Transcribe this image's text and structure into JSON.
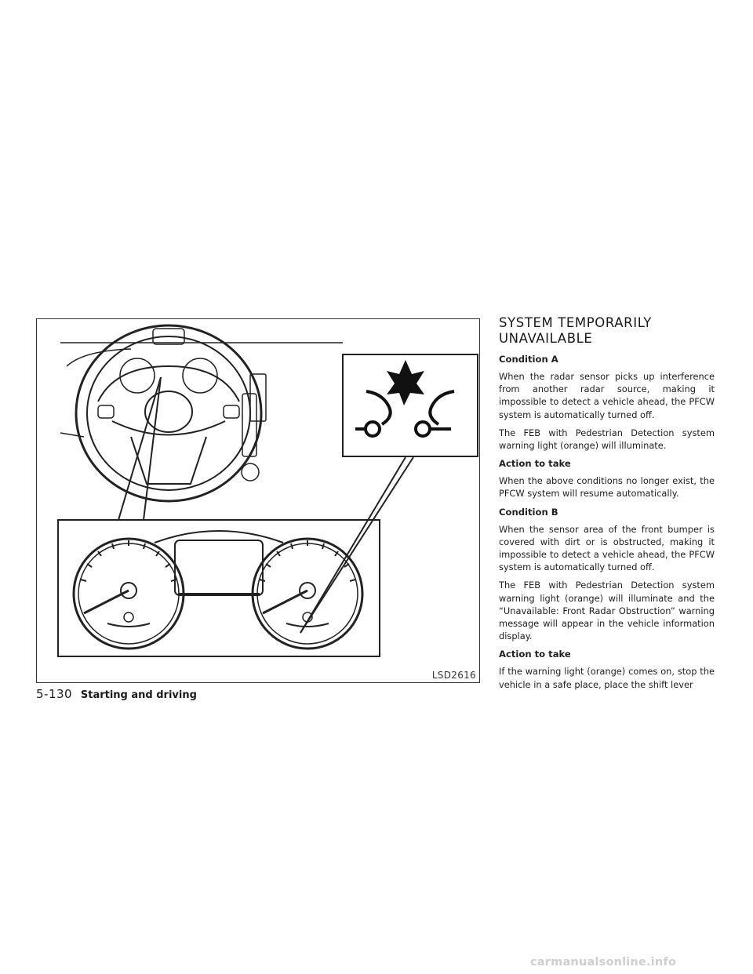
{
  "figure": {
    "code": "LSD2616"
  },
  "section": {
    "title": "SYSTEM TEMPORARILY UNAVAILABLE",
    "blocks": [
      {
        "type": "h",
        "text": "Condition A"
      },
      {
        "type": "p",
        "text": "When the radar sensor picks up interference from another radar source, making it impossible to detect a vehicle ahead, the PFCW system is automatically turned off."
      },
      {
        "type": "p",
        "text": "The FEB with Pedestrian Detection system warning light (orange) will illuminate."
      },
      {
        "type": "h",
        "text": "Action to take"
      },
      {
        "type": "p",
        "text": "When the above conditions no longer exist, the PFCW system will resume automatically."
      },
      {
        "type": "h",
        "text": "Condition B"
      },
      {
        "type": "p",
        "text": "When the sensor area of the front bumper is covered with dirt or is obstructed, making it impossible to detect a vehicle ahead, the PFCW system is automatically turned off."
      },
      {
        "type": "p",
        "text": "The FEB with Pedestrian Detection system warning light (orange) will illuminate and the “Unavailable: Front Radar Obstruction” warning message will appear in the vehicle information display."
      },
      {
        "type": "h",
        "text": "Action to take"
      },
      {
        "type": "p",
        "text": "If the warning light (orange) comes on, stop the vehicle in a safe place, place the shift lever"
      }
    ]
  },
  "footer": {
    "page": "5-130",
    "section": "Starting and driving"
  },
  "watermark": "carmanualsonline.info"
}
